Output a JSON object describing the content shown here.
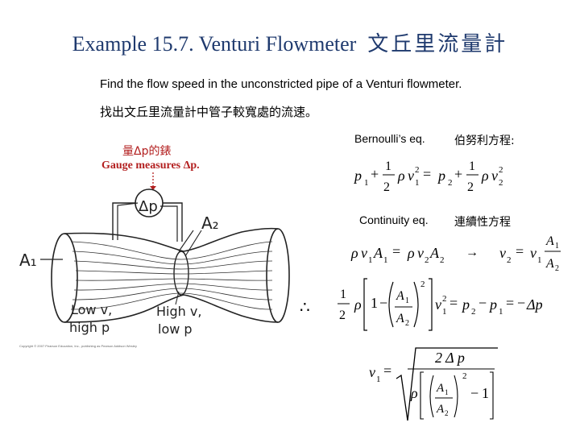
{
  "title": {
    "en": "Example 15.7.  Venturi Flowmeter",
    "zh": "文丘里流量計"
  },
  "subtitle_en": "Find the flow speed in the unconstricted pipe of a Venturi flowmeter.",
  "subtitle_zh": "找出文丘里流量計中管子較寬處的流速。",
  "bernoulli": {
    "label": "Bernoulli’s eq.",
    "zh": "伯努利方程:"
  },
  "continuity": {
    "label": "Continuity eq.",
    "zh": "連續性方程"
  },
  "gauge": {
    "zh": "量Δp的錶",
    "en": "Gauge measures Δp."
  },
  "figure": {
    "delta_p": "Δp",
    "a1": "A₁",
    "a2": "A₂",
    "low_v": "Low v,",
    "high_p": "high p",
    "high_v": "High v,",
    "low_p": "low p",
    "copyright": "Copyright © 2007 Pearson Education, Inc., publishing as Pearson Addison Wesley"
  },
  "equations": {
    "p1": "p",
    "sub1": "1",
    "sub2": "2",
    "plus": "+",
    "equals": "=",
    "minus": "−",
    "one": "1",
    "two": "2",
    "rho": "ρ",
    "v": "v",
    "p2": "p",
    "A": "A",
    "therefore": "∴",
    "arrow": "→",
    "delta_p": "Δp",
    "two_delta_p": "2 Δ p"
  },
  "colors": {
    "title": "#1f3a6e",
    "gauge_label": "#b32020"
  }
}
